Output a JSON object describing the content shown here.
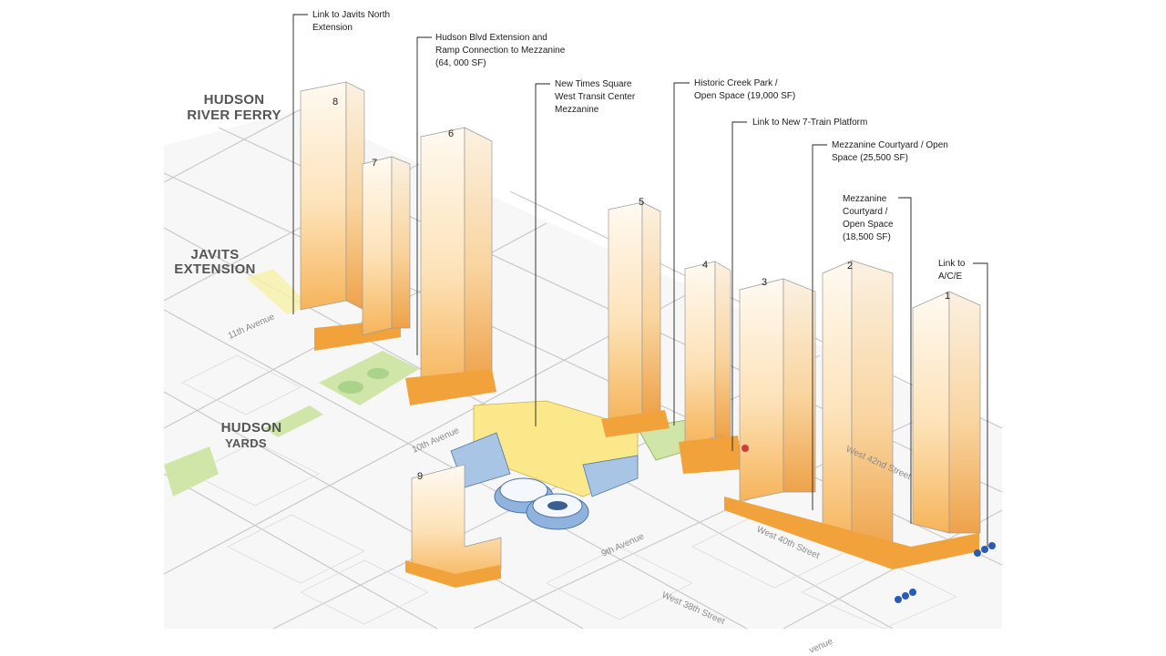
{
  "districts": [
    {
      "id": "ferry",
      "lines": [
        "HUDSON",
        "RIVER FERRY"
      ]
    },
    {
      "id": "javits",
      "lines": [
        "JAVITS",
        "EXTENSION"
      ]
    },
    {
      "id": "yards",
      "lines": [
        "HUDSON",
        "YARDS"
      ]
    }
  ],
  "callouts": [
    {
      "id": "javits-north",
      "lines": [
        "Link to Javits North",
        "Extension"
      ]
    },
    {
      "id": "hudson-blvd",
      "lines": [
        "Hudson Blvd Extension and",
        "Ramp Connection to Mezzanine",
        "(64, 000 SF)"
      ]
    },
    {
      "id": "times-square",
      "lines": [
        "New Times Square",
        "West Transit Center",
        "Mezzanine"
      ]
    },
    {
      "id": "creek-park",
      "lines": [
        "Historic Creek Park /",
        "Open Space (19,000 SF)"
      ]
    },
    {
      "id": "seven-train",
      "lines": [
        "Link to New 7-Train Platform"
      ]
    },
    {
      "id": "courtyard-a",
      "lines": [
        "Mezzanine Courtyard / Open",
        "Space (25,500 SF)"
      ]
    },
    {
      "id": "courtyard-b",
      "lines": [
        "Mezzanine",
        "Courtyard /",
        "Open Space",
        "(18,500 SF)"
      ]
    },
    {
      "id": "ace",
      "lines": [
        "Link to",
        "A/C/E"
      ]
    }
  ],
  "streets": [
    {
      "id": "11th-ave",
      "text": "11th Avenue"
    },
    {
      "id": "10th-ave",
      "text": "10th Avenue"
    },
    {
      "id": "9th-ave",
      "text": "9th Avenue"
    },
    {
      "id": "w42",
      "text": "West 42nd Street"
    },
    {
      "id": "w40",
      "text": "West 40th Street"
    },
    {
      "id": "w38",
      "text": "West 38th Street"
    },
    {
      "id": "ave-edge",
      "text": "venue"
    }
  ],
  "buildings": [
    {
      "id": "b1",
      "label": "1"
    },
    {
      "id": "b2",
      "label": "2"
    },
    {
      "id": "b3",
      "label": "3"
    },
    {
      "id": "b4",
      "label": "4"
    },
    {
      "id": "b5",
      "label": "5"
    },
    {
      "id": "b6",
      "label": "6"
    },
    {
      "id": "b7",
      "label": "7"
    },
    {
      "id": "b8",
      "label": "8"
    },
    {
      "id": "b9",
      "label": "9"
    }
  ],
  "colors": {
    "tower_top": "#fff6e6",
    "tower_bottom": "#f7b95c",
    "podium": "#f2a23a",
    "park": "#cfe6a8",
    "mezzanine": "#fbe88a",
    "terminal": "#8fb3dd",
    "grid": "#c8c8c8"
  }
}
